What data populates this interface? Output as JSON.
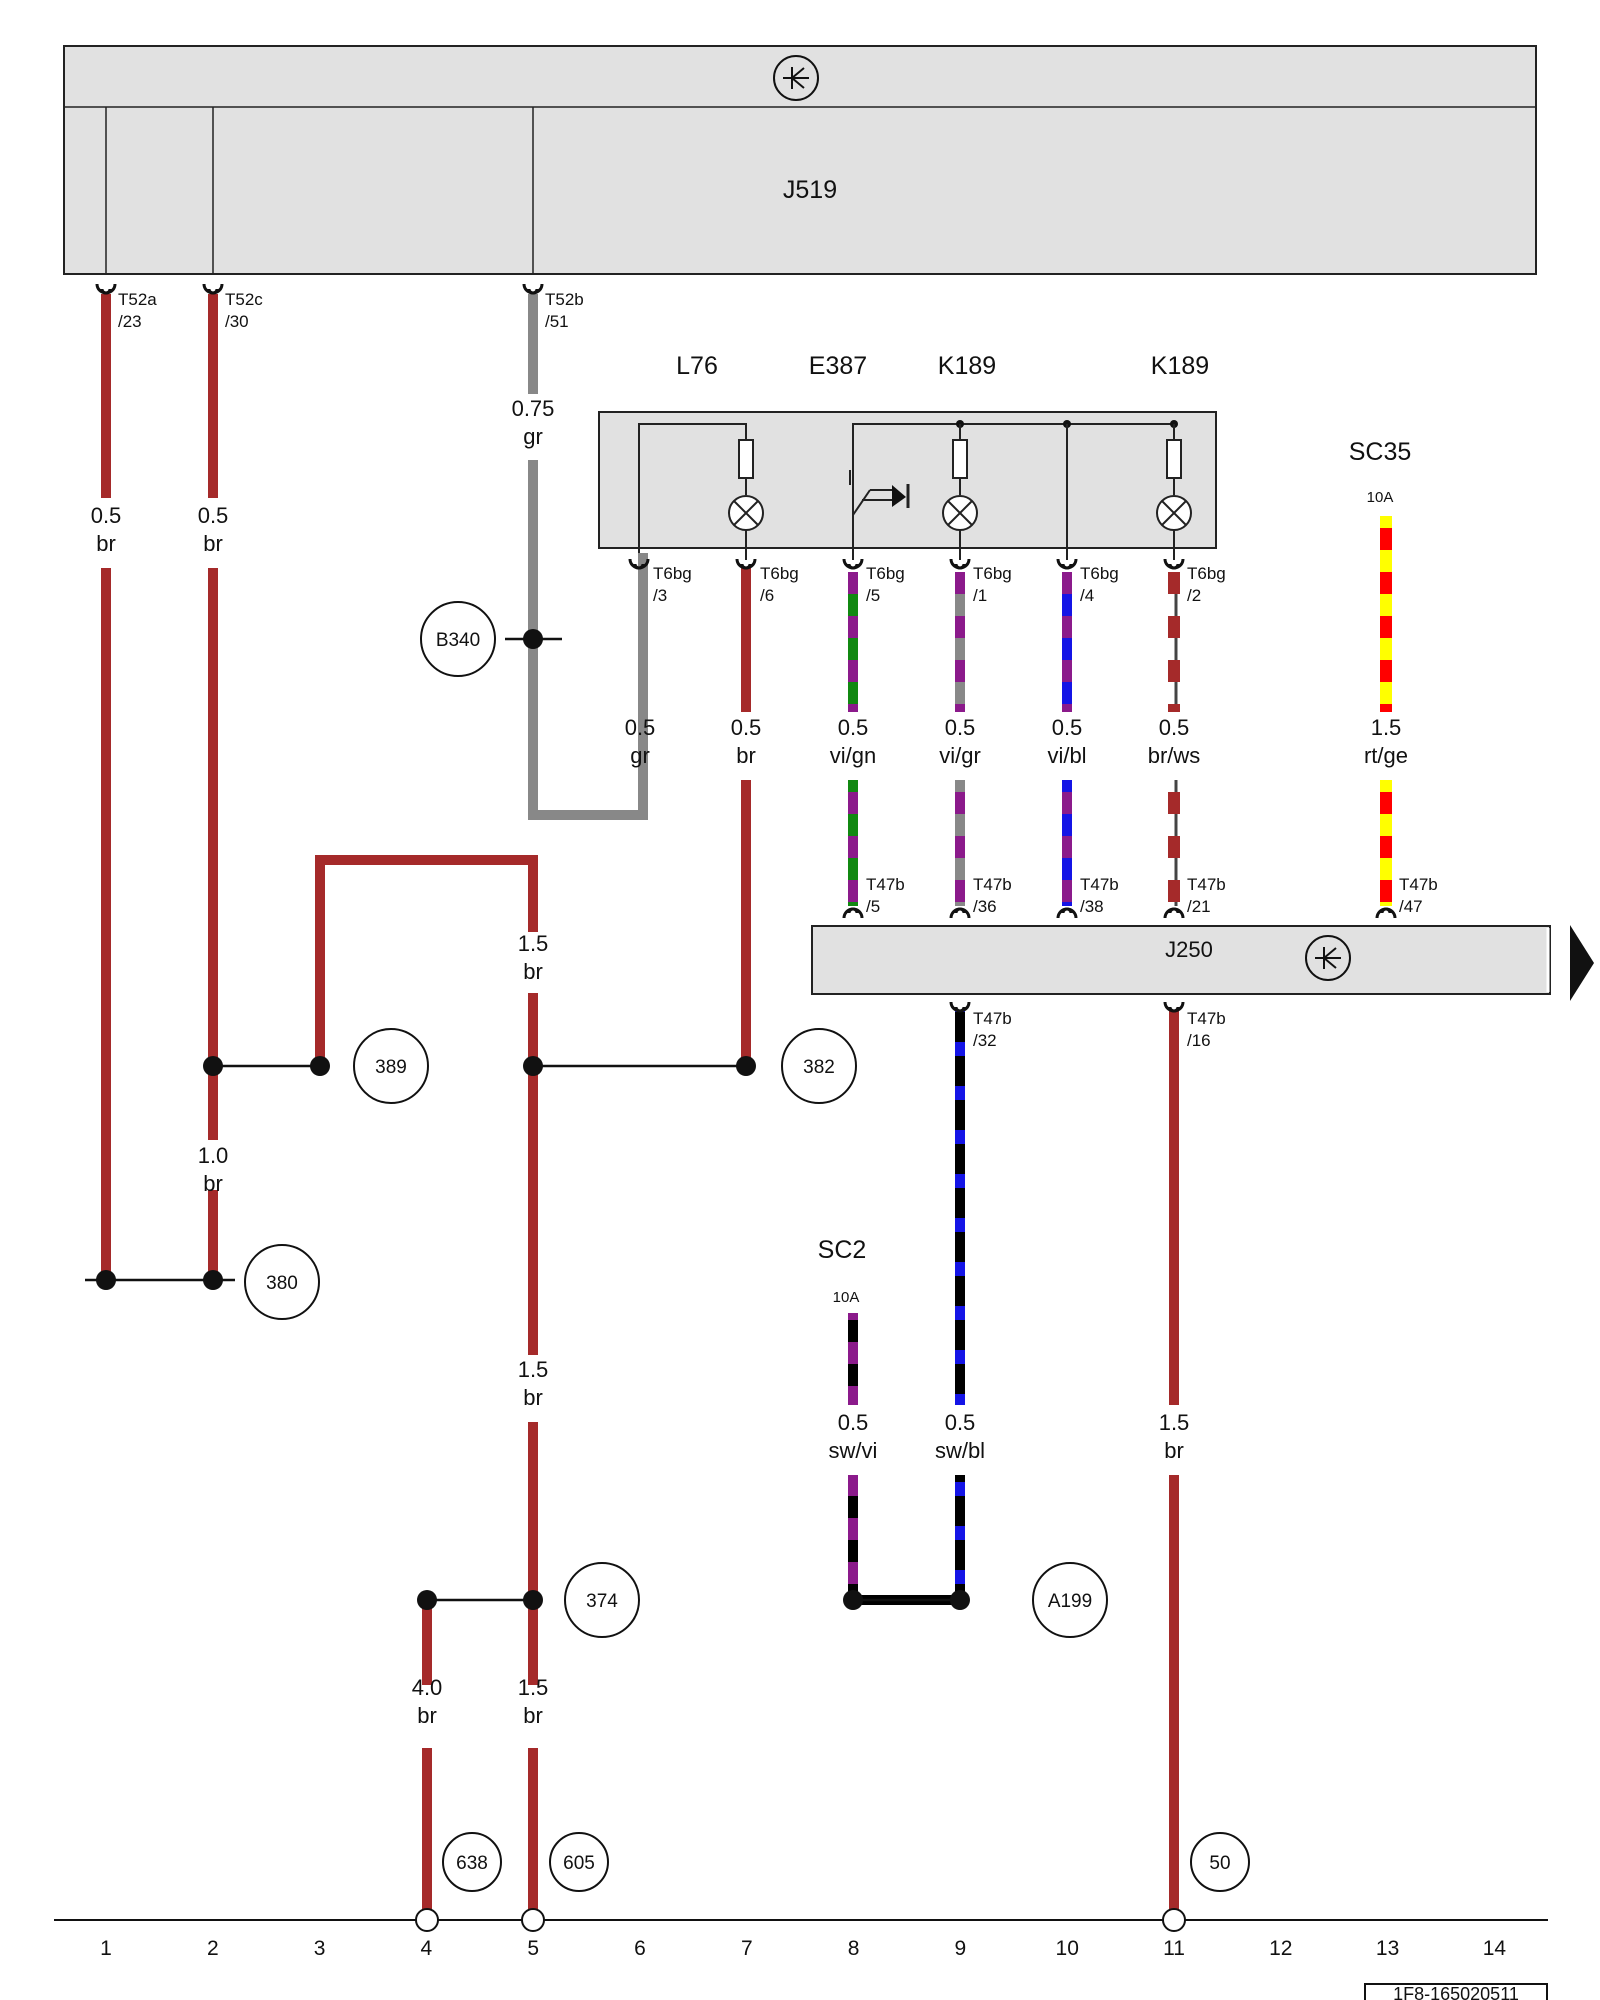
{
  "colors": {
    "br": "#a52a2a",
    "gr": "#888888",
    "vi": "#8b1a8b",
    "gn": "#118811",
    "bl": "#1414e6",
    "ws": "#ffffff",
    "rt": "#ff0000",
    "ge": "#ffff00",
    "sw": "#000000",
    "module_fill": "#e1e1e1"
  },
  "modules": {
    "j519": {
      "label": "J519",
      "icon": "transistor-symbol-icon"
    },
    "j250": {
      "label": "J250",
      "icon": "transistor-symbol-icon"
    }
  },
  "components": {
    "l76": "L76",
    "e387": "E387",
    "k189_a": "K189",
    "k189_b": "K189",
    "sc35": "SC35",
    "sc35_rating": "10A",
    "sc2": "SC2",
    "sc2_rating": "10A"
  },
  "pins": {
    "t52a": {
      "conn": "T52a",
      "pin": "/23"
    },
    "t52c": {
      "conn": "T52c",
      "pin": "/30"
    },
    "t52b": {
      "conn": "T52b",
      "pin": "/51"
    },
    "t6bg3": {
      "conn": "T6bg",
      "pin": "/3"
    },
    "t6bg6": {
      "conn": "T6bg",
      "pin": "/6"
    },
    "t6bg5": {
      "conn": "T6bg",
      "pin": "/5"
    },
    "t6bg1": {
      "conn": "T6bg",
      "pin": "/1"
    },
    "t6bg4": {
      "conn": "T6bg",
      "pin": "/4"
    },
    "t6bg2": {
      "conn": "T6bg",
      "pin": "/2"
    },
    "t47b5": {
      "conn": "T47b",
      "pin": "/5"
    },
    "t47b36": {
      "conn": "T47b",
      "pin": "/36"
    },
    "t47b38": {
      "conn": "T47b",
      "pin": "/38"
    },
    "t47b21": {
      "conn": "T47b",
      "pin": "/21"
    },
    "t47b47": {
      "conn": "T47b",
      "pin": "/47"
    },
    "t47b32": {
      "conn": "T47b",
      "pin": "/32"
    },
    "t47b16": {
      "conn": "T47b",
      "pin": "/16"
    }
  },
  "wires": {
    "w1": {
      "size": "0.5",
      "color": "br"
    },
    "w2": {
      "size": "0.5",
      "color": "br"
    },
    "w2b": {
      "size": "1.0",
      "color": "br"
    },
    "w5a": {
      "size": "0.75",
      "color": "gr"
    },
    "w5b": {
      "size": "1.5",
      "color": "br"
    },
    "w5c": {
      "size": "1.5",
      "color": "br"
    },
    "w5d": {
      "size": "1.5",
      "color": "br"
    },
    "w4": {
      "size": "4.0",
      "color": "br"
    },
    "w6": {
      "size": "0.5",
      "color": "gr"
    },
    "w7": {
      "size": "0.5",
      "color": "br"
    },
    "w8": {
      "size": "0.5",
      "color": "vi/gn"
    },
    "w9": {
      "size": "0.5",
      "color": "vi/gr"
    },
    "w10": {
      "size": "0.5",
      "color": "vi/bl"
    },
    "w11": {
      "size": "0.5",
      "color": "br/ws"
    },
    "w13": {
      "size": "1.5",
      "color": "rt/ge"
    },
    "w8b": {
      "size": "0.5",
      "color": "sw/vi"
    },
    "w9b": {
      "size": "0.5",
      "color": "sw/bl"
    },
    "w11b": {
      "size": "1.5",
      "color": "br"
    }
  },
  "references": {
    "b340": "B340",
    "r389": "389",
    "r382": "382",
    "r380": "380",
    "r374": "374",
    "a199": "A199",
    "r638": "638",
    "r605": "605",
    "r50": "50"
  },
  "columns": [
    "1",
    "2",
    "3",
    "4",
    "5",
    "6",
    "7",
    "8",
    "9",
    "10",
    "11",
    "12",
    "13",
    "14"
  ],
  "doc_id": "1F8-165020511",
  "next_page_icon": "arrow-right-icon"
}
